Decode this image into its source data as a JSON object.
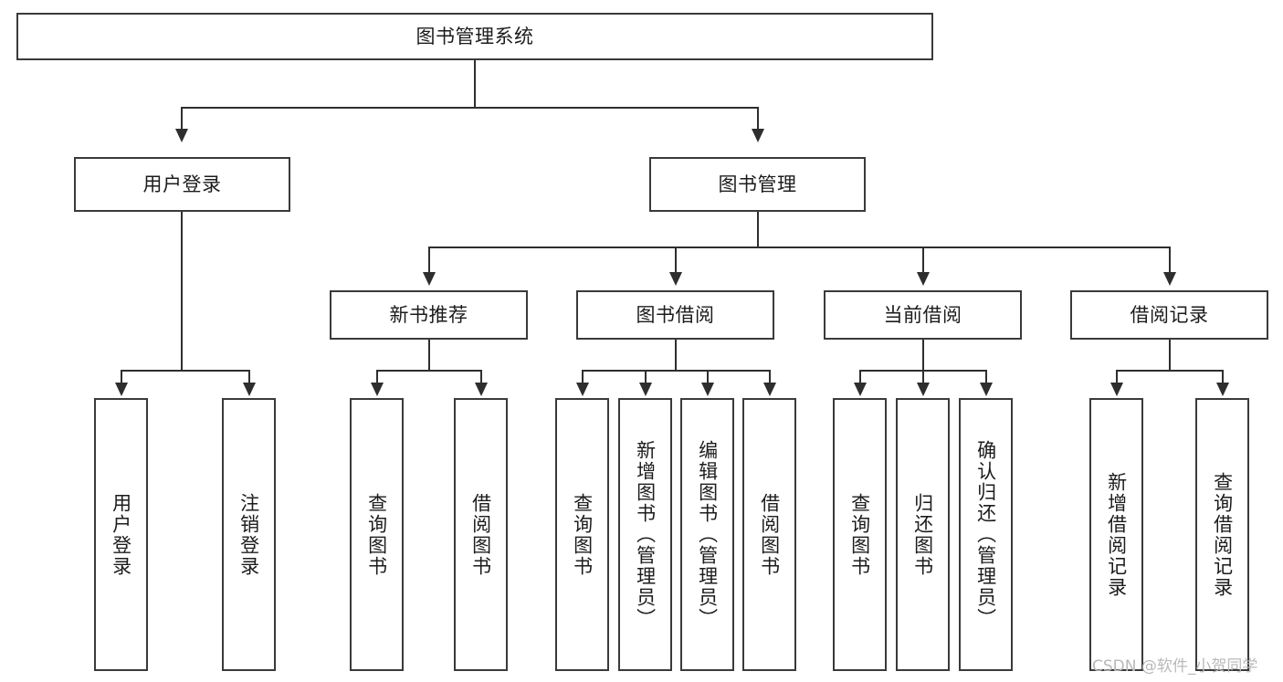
{
  "diagram": {
    "title": "图书管理系统",
    "type": "功能结构图",
    "root": {
      "label": "图书管理系统"
    },
    "level2": [
      {
        "label": "用户登录"
      },
      {
        "label": "图书管理"
      }
    ],
    "level3": [
      {
        "label": "新书推荐"
      },
      {
        "label": "图书借阅"
      },
      {
        "label": "当前借阅"
      },
      {
        "label": "借阅记录"
      }
    ],
    "leaves": {
      "user_login": [
        {
          "label": "用户登录"
        },
        {
          "label": "注销登录"
        }
      ],
      "new_book_recommend": [
        {
          "label": "查询图书"
        },
        {
          "label": "借阅图书"
        }
      ],
      "book_borrow": [
        {
          "label": "查询图书"
        },
        {
          "label": "新增图书（管理员）"
        },
        {
          "label": "编辑图书（管理员）"
        },
        {
          "label": "借阅图书"
        }
      ],
      "current_borrow": [
        {
          "label": "查询图书"
        },
        {
          "label": "归还图书"
        },
        {
          "label": "确认归还（管理员）"
        }
      ],
      "borrow_record": [
        {
          "label": "新增借阅记录"
        },
        {
          "label": "查询借阅记录"
        }
      ]
    }
  },
  "watermark": {
    "text": "CSDN @软件_小贺同学"
  },
  "colors": {
    "background": "#ffffff",
    "box_border": "#3a3a3a",
    "connector": "#2e2e2e",
    "text": "#1c1c1c",
    "watermark": "#b9b9b9"
  }
}
